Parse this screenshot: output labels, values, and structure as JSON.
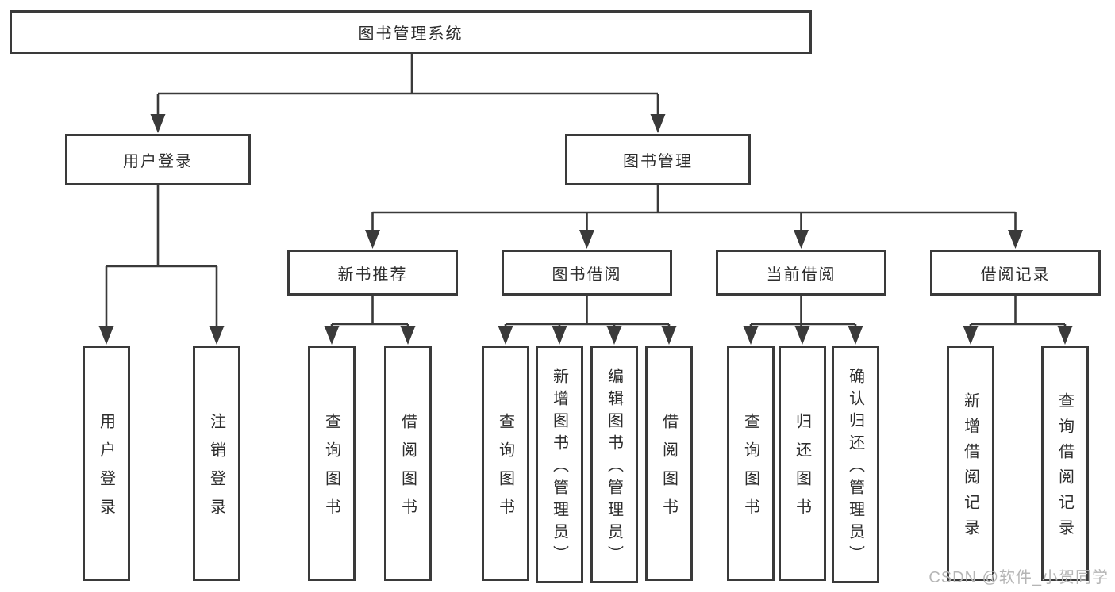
{
  "diagram": {
    "title": "图书管理系统",
    "root": {
      "label": "图书管理系统"
    },
    "branches": [
      {
        "label": "用户登录",
        "children": [
          {
            "label": "用户登录"
          },
          {
            "label": "注销登录"
          }
        ]
      },
      {
        "label": "图书管理",
        "children": [
          {
            "label": "新书推荐",
            "children": [
              {
                "label": "查询图书"
              },
              {
                "label": "借阅图书"
              }
            ]
          },
          {
            "label": "图书借阅",
            "children": [
              {
                "label": "查询图书"
              },
              {
                "label": "新增图书（管理员）"
              },
              {
                "label": "编辑图书（管理员）"
              },
              {
                "label": "借阅图书"
              }
            ]
          },
          {
            "label": "当前借阅",
            "children": [
              {
                "label": "查询图书"
              },
              {
                "label": "归还图书"
              },
              {
                "label": "确认归还（管理员）"
              }
            ]
          },
          {
            "label": "借阅记录",
            "children": [
              {
                "label": "新增借阅记录"
              },
              {
                "label": "查询借阅记录"
              }
            ]
          }
        ]
      }
    ]
  },
  "watermark": {
    "text": "CSDN @软件_小贺同学"
  },
  "colors": {
    "line": "#3a3a3a",
    "text": "#2d2d2d",
    "watermark": "#b5b5b5",
    "background": "#ffffff"
  }
}
